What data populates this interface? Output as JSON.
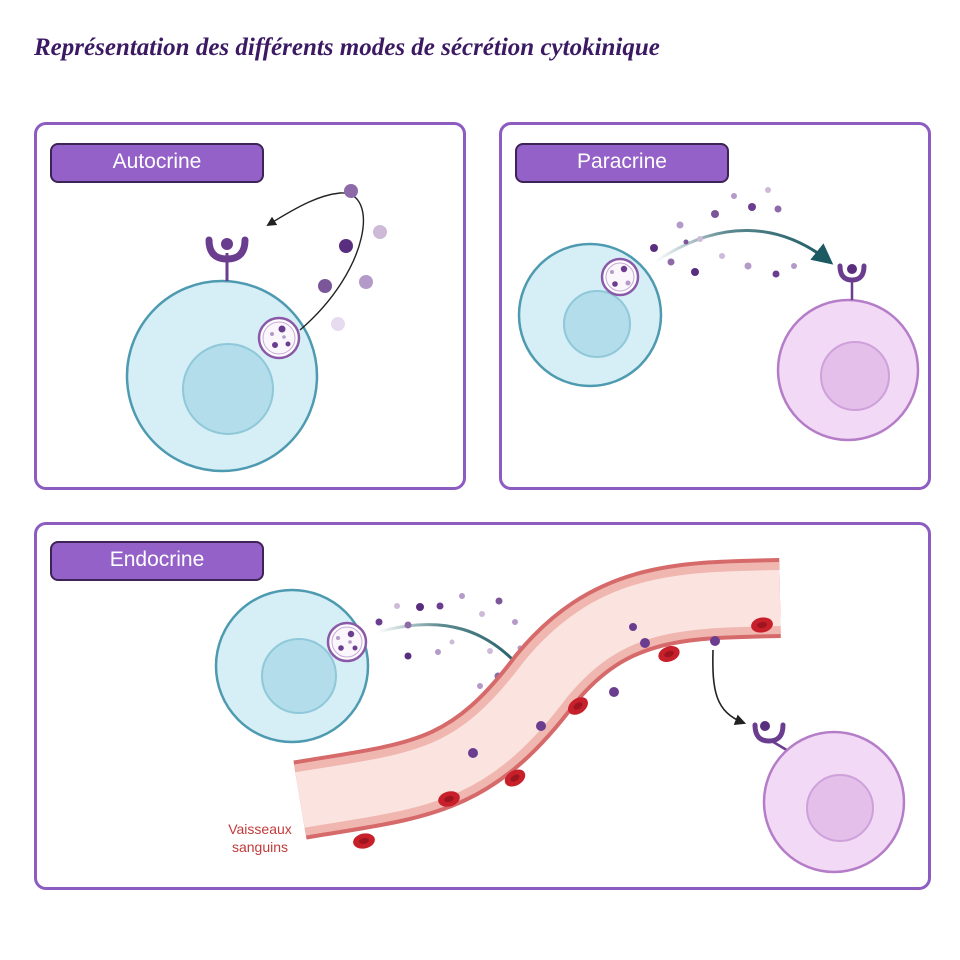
{
  "title": "Représentation des différents modes de sécrétion cytokinique",
  "panels": {
    "autocrine": {
      "label": "Autocrine"
    },
    "paracrine": {
      "label": "Paracrine"
    },
    "endocrine": {
      "label": "Endocrine",
      "vessel_label": "Vaisseaux\nsanguins"
    }
  },
  "colors": {
    "panel_border": "#8c5cc0",
    "label_fill": "#9461c8",
    "secreting_cell": "#d6eef5",
    "target_cell": "#f2d9f5",
    "vessel_wall": "#d66a6a",
    "vessel_lumen": "#fbe3e0",
    "cytokine": "#6a3d8f"
  }
}
